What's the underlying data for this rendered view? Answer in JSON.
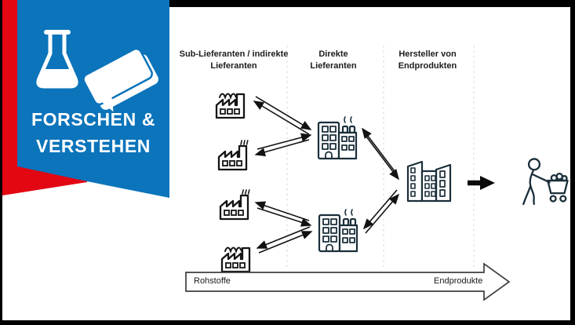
{
  "badge": {
    "line1": "FORSCHEN &",
    "line2": "VERSTEHEN",
    "icons": [
      "flask-icon",
      "book-icon"
    ],
    "colors": {
      "blue": "#0b74bb",
      "red": "#e30613",
      "text": "#ffffff"
    }
  },
  "diagram": {
    "columns": [
      {
        "line1": "Sub-Lieferanten / indirekte",
        "line2": "Lieferanten"
      },
      {
        "line1": "Direkte",
        "line2": "Lieferanten"
      },
      {
        "line1": "Hersteller von",
        "line2": "Endprodukten"
      }
    ],
    "nodes": {
      "sub_suppliers": [
        "factory-icon",
        "factory-icon",
        "factory-icon",
        "factory-icon"
      ],
      "direct_suppliers": [
        "office-building-icon",
        "office-building-icon"
      ],
      "manufacturer": "city-buildings-icon",
      "consumer": "person-with-shopping-cart-icon"
    },
    "flow": {
      "left_label": "Rohstoffe",
      "right_label": "Endprodukte"
    },
    "colors": {
      "factory_outline": "#141414",
      "building_outline": "#1b2f3a",
      "dashed_separator": "#dcdcdc",
      "flow_arrow_outline": "#3f3f3f"
    }
  }
}
